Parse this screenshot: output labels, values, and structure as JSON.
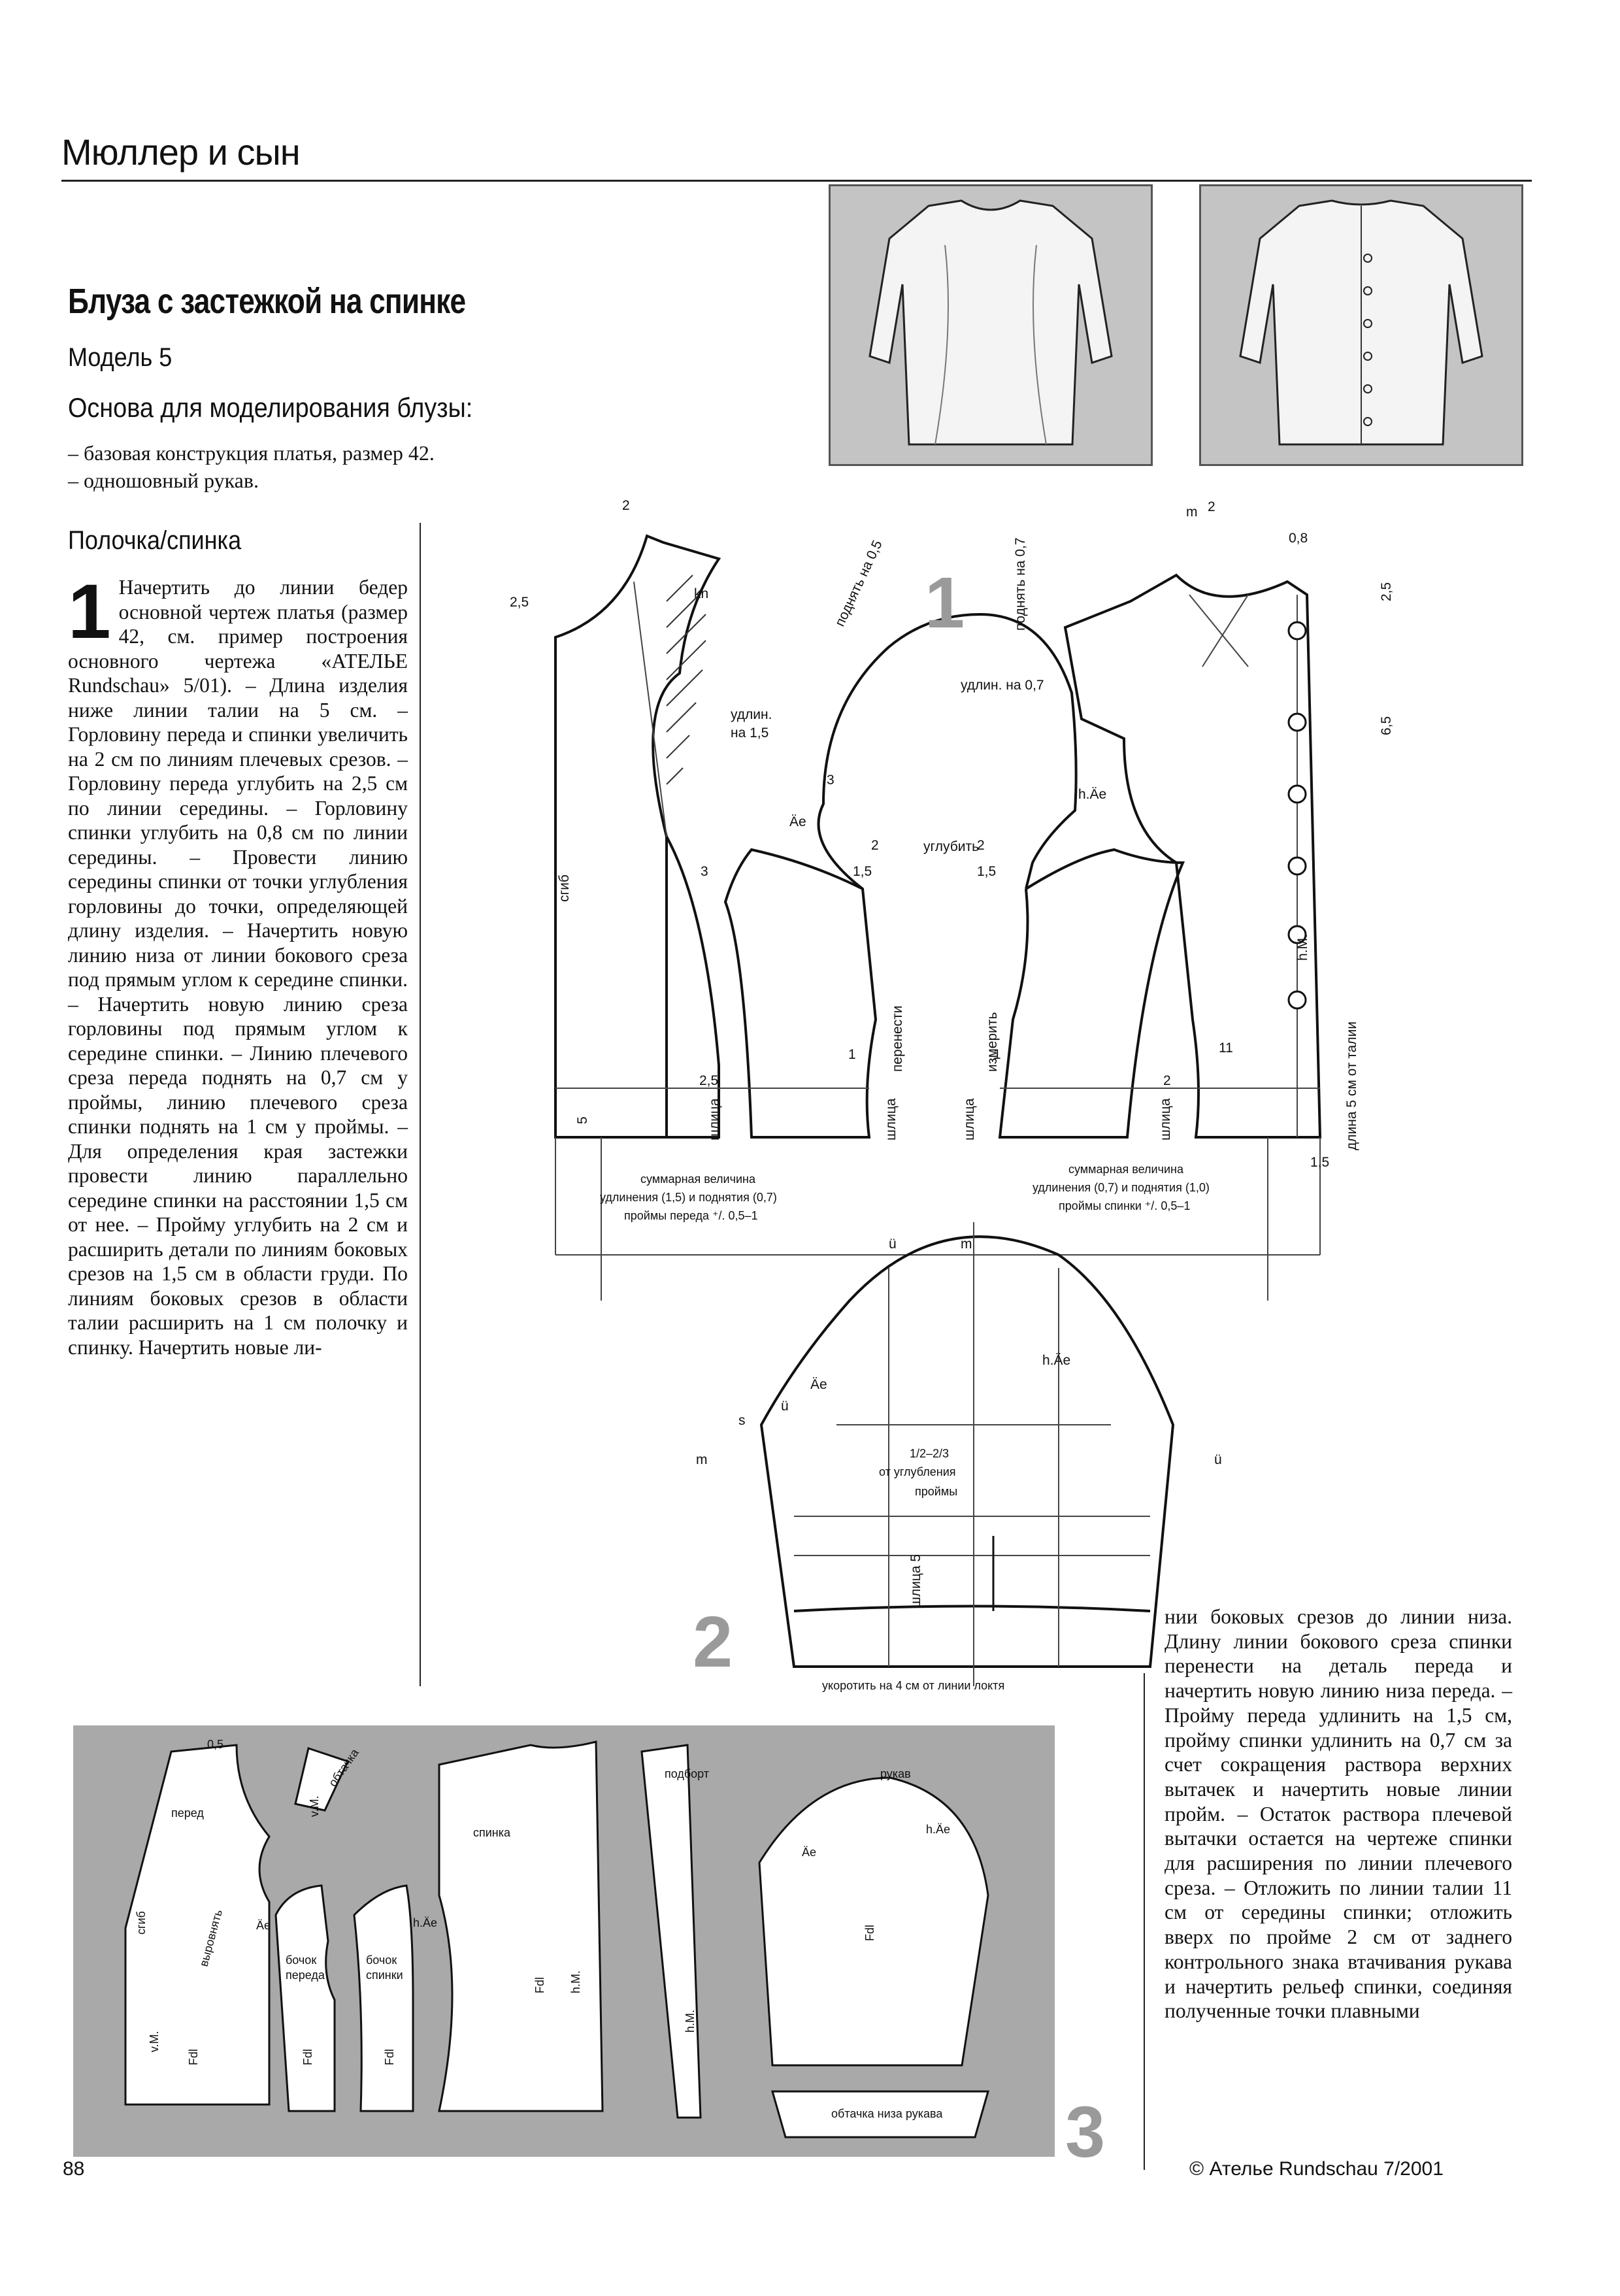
{
  "header": {
    "title": "Мюллер и сын"
  },
  "article": {
    "title": "Блуза с застежкой на спинке",
    "model": "Модель 5",
    "base_heading": "Основа для моделирования блузы:",
    "base_items": [
      "– базовая конструкция платья, размер 42.",
      "– одношовный рукав."
    ],
    "section_heading": "Полочка/спинка",
    "step_number": "1",
    "body_left": "Начертить до линии бедер основной чертеж платья (размер 42, см. пример построения основного чертежа «АТЕЛЬЕ Rundschau» 5/01). – Длина изделия ниже линии талии на 5 см. – Горловину переда и спинки увеличить на 2 см по линиям плечевых срезов. – Горловину переда углубить на 2,5 см по линии середины. – Горловину спинки углубить на 0,8 см по линии середины. – Провести линию середины спинки от точки углубления горловины до точки, определяющей длину изделия. – Начертить новую линию низа от линии бокового среза под прямым углом к середине спинки. – Начертить новую линию среза горловины под прямым углом к середине спинки. – Линию плечевого среза переда поднять на 0,7 см у проймы, линию плечевого среза спинки поднять на 1 см у проймы. – Для определения края застежки провести линию параллельно середине спинки на расстоянии 1,5 см от нее. – Пройму углубить на 2 см и расширить детали по линиям боковых срезов на 1,5 см в области груди. По линиям боковых срезов в области талии расширить на 1 см полочку и спинку. Начертить новые ли-",
    "body_right": "нии боковых срезов до линии низа. Длину линии бокового среза спинки перенести на деталь переда и начертить новую линию низа переда. – Пройму переда удлинить на 1,5 см, пройму спинки удлинить на 0,7 см за счет сокращения раствора верхних вытачек и начертить новые линии пройм. – Остаток раствора плечевой вытачки остается на чертеже спинки для расширения по линии плечевого среза. – Отложить по линии талии 11 см от середины спинки; отложить вверх по пройме 2 см от заднего контрольного знака втачивания рукава и начертить рельеф спинки, соединяя полученные точки плавными"
  },
  "figure1": {
    "number": "1",
    "labels": {
      "n2_left": "2",
      "n2_5": "2,5",
      "kn": "kn",
      "raise_05": "поднять на 0,5",
      "raise_07": "поднять на 0,7",
      "lengthen_15": "удлин.",
      "lengthen_15b": "на 1,5",
      "lengthen_07": "удлин. на 0,7",
      "ae": "Äe",
      "hae": "h.Äe",
      "deepen": "углубить",
      "fold": "сгиб",
      "n3a": "3",
      "n3b": "3",
      "n2a": "2",
      "n2b": "2",
      "n15a": "1,5",
      "n15b": "1,5",
      "transfer": "перенести",
      "measure": "измерить",
      "slit": "шлица",
      "n5": "5",
      "n25b": "2,5",
      "n1a": "1",
      "n1b": "1",
      "n2c": "2",
      "n11": "11",
      "m": "m",
      "n2_right": "2",
      "n08": "0,8",
      "n25c": "2,5",
      "n65": "6,5",
      "hm": "h.M.",
      "len5": "длина 5 см от талии",
      "n15c": "1,5"
    },
    "notes": {
      "front_line1": "суммарная величина",
      "front_line2": "удлинения (1,5) и поднятия (0,7)",
      "front_line3": "проймы переда ⁺/. 0,5–1",
      "back_line1": "суммарная величина",
      "back_line2": "удлинения (0,7) и поднятия (1,0)",
      "back_line3": "проймы спинки ⁺/. 0,5–1"
    }
  },
  "figure2": {
    "number": "2",
    "labels": {
      "u1": "ü",
      "m1": "m",
      "ae": "Äe",
      "hae": "h.Äe",
      "s": "s",
      "u2": "ü",
      "m2": "m",
      "u3": "ü",
      "frac": "1/2–2/3",
      "from": "от углубления",
      "armhole": "проймы",
      "slit5": "шлица 5",
      "shorten": "укоротить на 4 см от линии локтя"
    }
  },
  "figure3": {
    "number": "3",
    "labels": {
      "n05": "0,5",
      "front": "перед",
      "fold": "сгиб",
      "align": "выровнять",
      "vm": "v.M.",
      "fdl1": "Fdl",
      "ae1": "Äe",
      "facing": "обтачка",
      "vm2": "v.M.",
      "side_front1": "бочок",
      "side_front2": "переда",
      "fdl2": "Fdl",
      "back": "спинка",
      "hae1": "h.Äe",
      "side_back1": "бочок",
      "side_back2": "спинки",
      "fdl3": "Fdl",
      "fdl4": "Fdl",
      "hm1": "h.M.",
      "placket": "подборт",
      "hm2": "h.M.",
      "sleeve": "рукав",
      "ae2": "Äe",
      "hae2": "h.Äe",
      "fdl5": "Fdl",
      "sleeve_facing": "обтачка низа рукава"
    }
  },
  "footer": {
    "page": "88",
    "copyright": "© Ателье Rundschau 7/2001"
  }
}
